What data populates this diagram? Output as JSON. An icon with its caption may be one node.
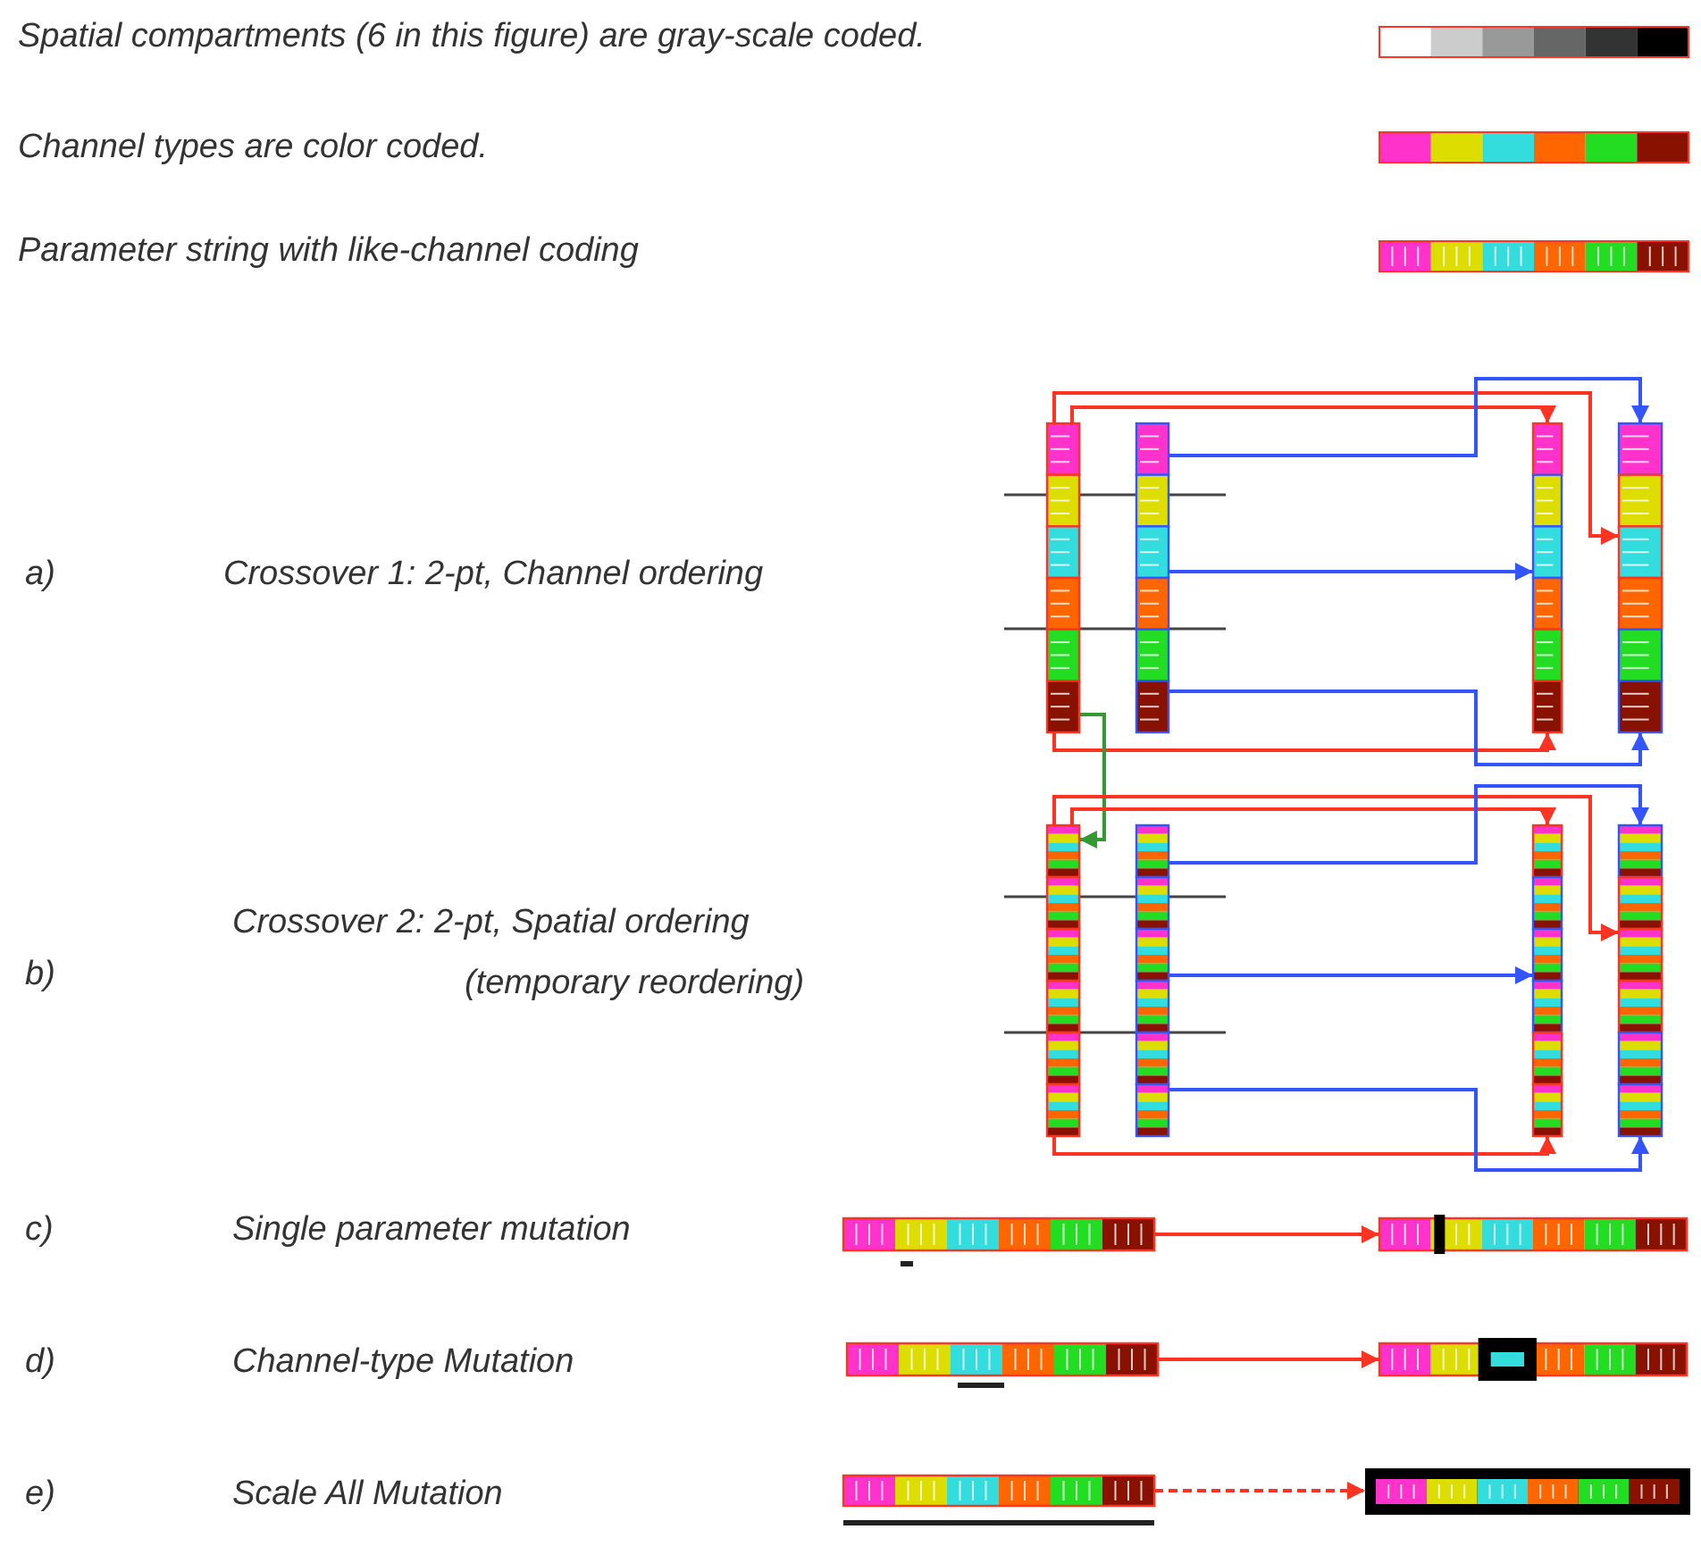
{
  "diagram": {
    "nodes": [
      {
        "text": [],
        "shape": "bar"
      },
      {
        "text": [],
        "shape": "bar"
      },
      {
        "text": [],
        "shape": "bar"
      },
      {
        "text": [],
        "shape": "bar"
      },
      {
        "text": [],
        "shape": "bar"
      },
      {
        "text": [],
        "shape": "bar"
      },
      {
        "text": [],
        "shape": "bar"
      },
      {
        "text": [],
        "shape": "bar"
      },
      {
        "text": [],
        "shape": "bar"
      },
      {
        "text": [],
        "shape": "bar"
      },
      {
        "text": [],
        "shape": "bar"
      },
      {
        "text": [],
        "shape": "bar"
      },
      {
        "text": [],
        "shape": "bar"
      },
      {
        "text": [],
        "shape": "bar"
      }
    ],
    "edges": [
      {
        "from": 0,
        "to": 2,
        "arrow": "to"
      },
      {
        "from": 0,
        "to": 3,
        "arrow": "to"
      },
      {
        "from": 0,
        "to": 2,
        "arrow": "to"
      },
      {
        "from": 1,
        "to": 3,
        "arrow": "to",
        "color": "#3355ff"
      },
      {
        "from": 1,
        "to": 2,
        "arrow": "to",
        "color": "#3355ff"
      },
      {
        "from": 1,
        "to": 3,
        "arrow": "to",
        "color": "#3355ff"
      },
      {
        "from": 0,
        "to": 4,
        "arrow": "to",
        "color": "#339933"
      },
      {
        "from": 4,
        "to": 6,
        "arrow": "to"
      },
      {
        "from": 4,
        "to": 7,
        "arrow": "to"
      },
      {
        "from": 4,
        "to": 6,
        "arrow": "to"
      },
      {
        "from": 5,
        "to": 7,
        "arrow": "to",
        "color": "#3355ff"
      },
      {
        "from": 5,
        "to": 6,
        "arrow": "to",
        "color": "#3355ff"
      },
      {
        "from": 5,
        "to": 7,
        "arrow": "to",
        "color": "#3355ff"
      },
      {
        "from": 8,
        "to": 9,
        "arrow": "to"
      },
      {
        "from": 10,
        "to": 11,
        "arrow": "to"
      },
      {
        "from": 12,
        "to": 13,
        "arrow": "to",
        "style": "dashed"
      }
    ],
    "labels": [
      "a)",
      "Crossover 1: 2-pt, Channel ordering",
      "b)",
      "Crossover 2: 2-pt, Spatial ordering",
      "(temporary reordering)",
      "c)",
      "Single parameter mutation",
      "d)",
      "Channel-type Mutation",
      "e)",
      "Scale All Mutation"
    ],
    "legend": [
      {
        "text": "Spatial compartments (6 in this figure) are gray-scale coded."
      },
      {
        "text": "Channel types are color coded."
      },
      {
        "text": "Parameter string with like-channel coding"
      }
    ]
  }
}
